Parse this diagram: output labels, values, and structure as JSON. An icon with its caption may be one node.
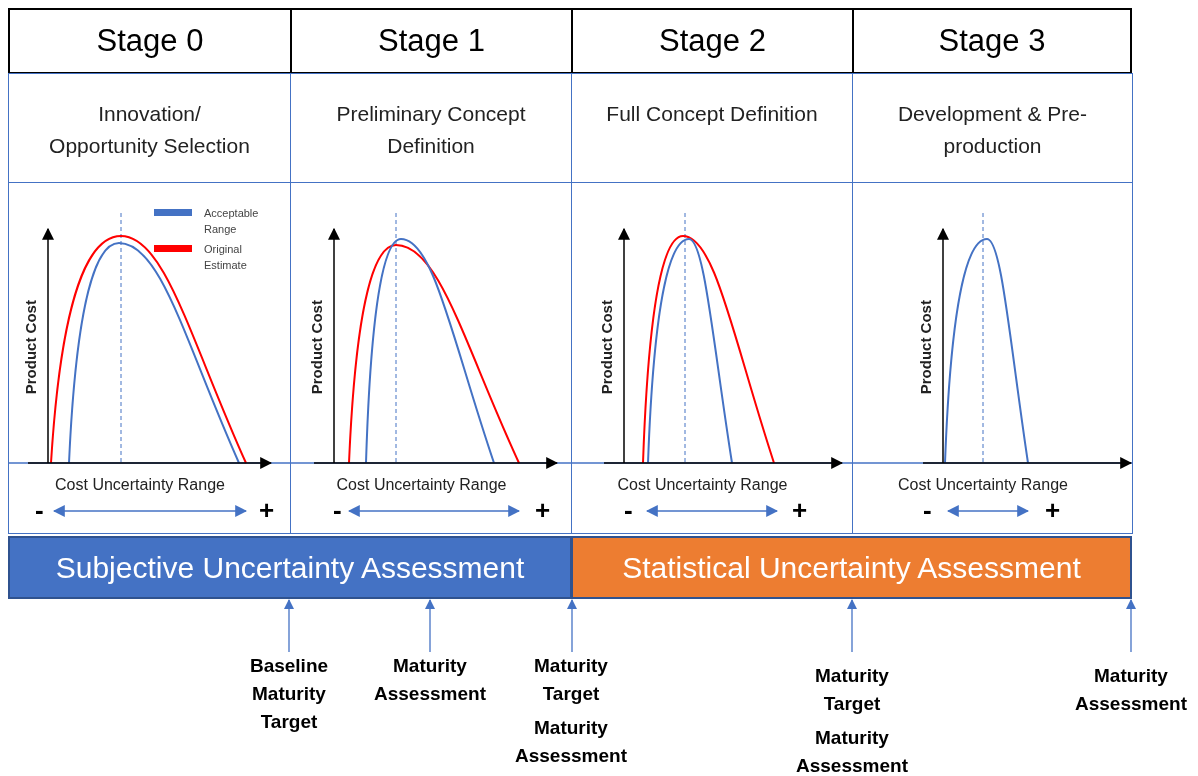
{
  "diagram": {
    "nodes": [
      {
        "text": [
          "Stage 0"
        ]
      },
      {
        "text": [
          "Stage 1"
        ]
      },
      {
        "text": [
          "Stage 2"
        ]
      },
      {
        "text": [
          "Stage 3"
        ]
      },
      {
        "text": [
          "Innovation/ Opportunity Selection"
        ]
      },
      {
        "text": [
          "Preliminary Concept Definition"
        ]
      },
      {
        "text": [
          "Full Concept Definition"
        ]
      },
      {
        "text": [
          "Development & Pre-production"
        ]
      },
      {
        "text": [
          "Subjective Uncertainty Assessment"
        ]
      },
      {
        "text": [
          "Statistical Uncertainty Assessment"
        ]
      },
      {
        "text": [
          "Baseline Maturity Target"
        ]
      },
      {
        "text": [
          "Maturity Assessment"
        ]
      },
      {
        "text": [
          "Maturity Target",
          "Maturity Assessment"
        ]
      },
      {
        "text": [
          "Maturity Target",
          "Maturity Assessment"
        ]
      },
      {
        "text": [
          "Maturity Assessment"
        ]
      }
    ],
    "edges": [
      {
        "from": 10,
        "to": 8,
        "arrow": "to"
      },
      {
        "from": 11,
        "to": 8,
        "arrow": "to"
      },
      {
        "from": 12,
        "to": 9,
        "arrow": "to"
      },
      {
        "from": 13,
        "to": 9,
        "arrow": "to"
      },
      {
        "from": 14,
        "to": 9,
        "arrow": "to"
      }
    ],
    "labels": [
      "Product Cost",
      "Cost Uncertainty Range",
      "-",
      "+",
      "Product Cost",
      "Cost Uncertainty Range",
      "-",
      "+",
      "Product Cost",
      "Cost Uncertainty Range",
      "-",
      "+",
      "Product Cost",
      "Cost Uncertainty Range",
      "-",
      "+"
    ],
    "legend": [
      {
        "text": "Acceptable Range",
        "color": "#4472c4"
      },
      {
        "text": "Original Estimate",
        "color": "#ff0000"
      }
    ]
  }
}
